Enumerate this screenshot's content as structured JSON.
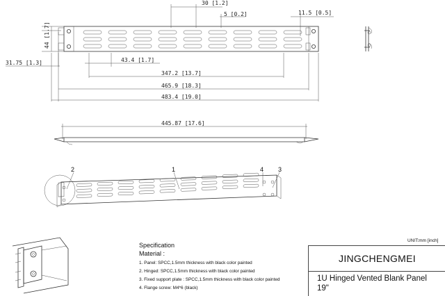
{
  "dimensions": {
    "d30": "30 [1.2]",
    "d5": "5 [0.2]",
    "d11_5": "11.5 [0.5]",
    "d44": "44 [1.7]",
    "d31_75": "31.75 [1.3]",
    "d43_4": "43.4 [1.7]",
    "d347_2": "347.2 [13.7]",
    "d465_9": "465.9 [18.3]",
    "d483_4": "483.4 [19.0]",
    "d445_87": "445.87 [17.6]"
  },
  "balloons": [
    "1",
    "2",
    "3",
    "4"
  ],
  "specification": {
    "heading": "Specification",
    "material_label": "Material :",
    "items": [
      "1.  Panel: SPCC,1.5mm thickness with black color painted",
      "2.  Hinged: SPCC,1.5mm thickness with black color painted",
      "3.  Fixed support plate : SPCC,1.5mm thickness with black color painted",
      "4.  Flange screw: M4*6 (black)"
    ]
  },
  "unit_note": "UNIT:mm [inch]",
  "title_block": {
    "brand": "JINGCHENGMEI",
    "product_line1": "1U Hinged Vented Blank Panel",
    "product_line2": "19\""
  }
}
